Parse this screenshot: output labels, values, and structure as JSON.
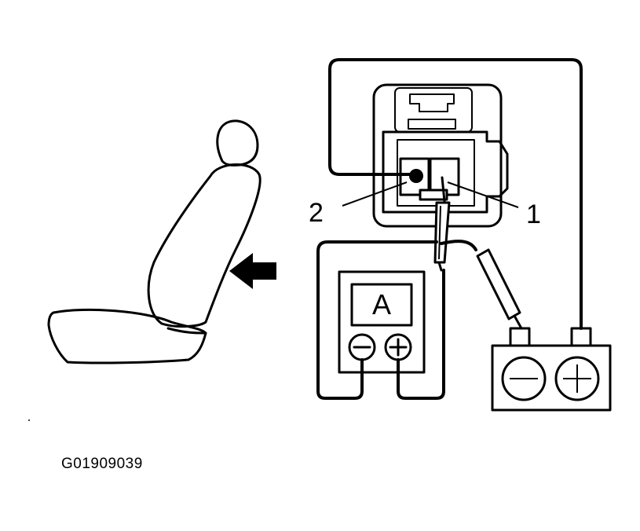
{
  "diagram": {
    "callouts": [
      {
        "id": "terminal-1",
        "label": "1"
      },
      {
        "id": "terminal-2",
        "label": "2"
      }
    ],
    "meter": {
      "letter": "A",
      "neg_icon": "minus-sign-icon",
      "pos_icon": "plus-sign-icon"
    },
    "battery": {
      "neg_icon": "minus-sign-icon",
      "pos_icon": "plus-sign-icon"
    },
    "arrow": {
      "direction": "left",
      "icon": "arrow-left-icon"
    },
    "seat": {
      "icon": "car-seat-icon"
    },
    "code": "G01909039"
  }
}
